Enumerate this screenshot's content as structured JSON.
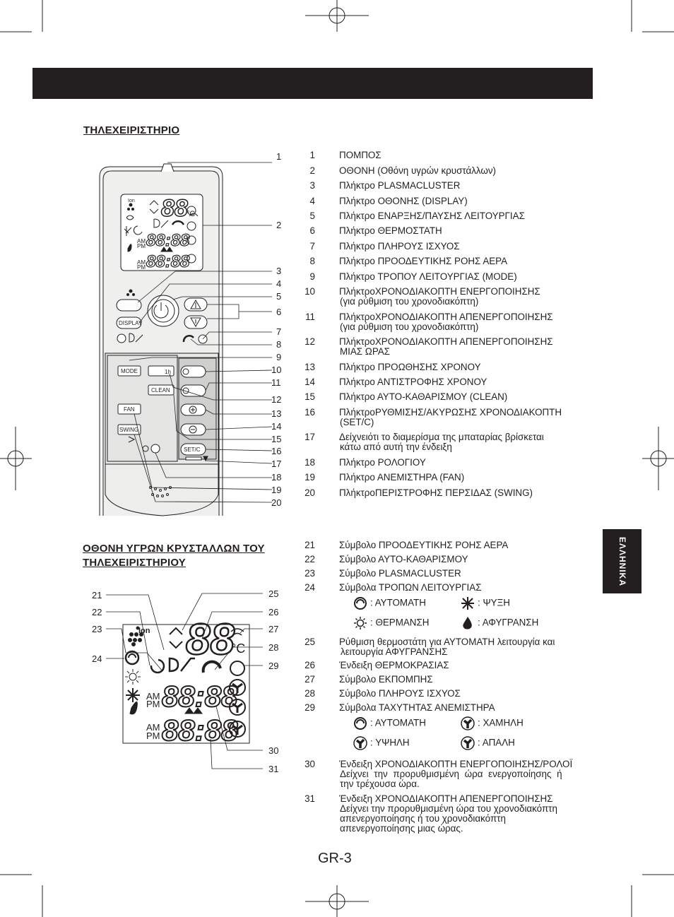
{
  "section1_title": "ΤΗΛΕΧΕΙΡΙΣΤΗΡΙΟ",
  "section2_title": "ΟΘΟΝΗ ΥΓΡΩΝ ΚΡΥΣΤΑΛΛΩΝ ΤΟΥ ΤΗΛΕΧΕΙΡΙΣΤΗΡΙΟΥ",
  "section2_title_lines": [
    "ΟΘΟΝΗ ΥΓΡΩΝ ΚΡΥΣΤΑΛΛΩΝ ΤΟΥ",
    "ΤΗΛΕΧΕΙΡΙΣΤΗΡΙΟΥ"
  ],
  "language_tab": "ΕΛΛΗΝΙΚΑ",
  "page_number": "GR-3",
  "remote_labels": {
    "ion": "Ion",
    "display": "DISPLAY",
    "mode": "MODE",
    "timer_1h": "1h",
    "clean": "CLEAN",
    "fan": "FAN",
    "swing": "SWING",
    "setc": "SET/C",
    "am": "AM",
    "pm": "PM",
    "digits_top": "88",
    "digits_clock": "88:88",
    "degc": "°C"
  },
  "remote_callouts": [
    "1",
    "2",
    "3",
    "4",
    "5",
    "6",
    "7",
    "8",
    "9",
    "10",
    "11",
    "12",
    "13",
    "14",
    "15",
    "16",
    "17",
    "18",
    "19",
    "20"
  ],
  "lcd_callouts_left": [
    "21",
    "22",
    "23",
    "24"
  ],
  "lcd_callouts_right": [
    "25",
    "26",
    "27",
    "28",
    "29",
    "30",
    "31"
  ],
  "remote_parts": [
    {
      "num": "1",
      "lines": [
        "ΠΟΜΠΟΣ"
      ]
    },
    {
      "num": "2",
      "lines": [
        "ΟΘΟΝΗ (Οθόνη υγρών κρυστάλλων)"
      ]
    },
    {
      "num": "3",
      "lines": [
        "Πλήκτρο PLASMACLUSTER"
      ]
    },
    {
      "num": "4",
      "lines": [
        "Πλήκτρο ΟΘΟΝΗΣ (DISPLAY)"
      ]
    },
    {
      "num": "5",
      "lines": [
        "Πλήκτρο ΕΝΑΡΞΗΣ/ΠΑΥΣΗΣ ΛΕΙΤΟΥΡΓΙΑΣ"
      ]
    },
    {
      "num": "6",
      "lines": [
        "Πλήκτρο ΘΕΡΜΟΣΤΑΤΗ"
      ]
    },
    {
      "num": "7",
      "lines": [
        "Πλήκτρο ΠΛΗΡΟΥΣ ΙΣΧΥΟΣ"
      ]
    },
    {
      "num": "8",
      "lines": [
        "Πλήκτρο ΠΡΟΟΔΕΥΤΙΚΗΣ ΡΟΗΣ ΑΕΡΑ"
      ]
    },
    {
      "num": "9",
      "lines": [
        "Πλήκτρο ΤΡΟΠΟΥ ΛΕΙΤΟΥΡΓΙΑΣ (MODE)"
      ]
    },
    {
      "num": "10",
      "lines": [
        " ΠλήκτροΧΡΟΝΟΔΙΑΚΟΠΤΗ ΕΝΕΡΓΟΠΟΙΗΣΗΣ",
        "(για ρύθμιση του χρονοδιακόπτη)"
      ]
    },
    {
      "num": "11",
      "lines": [
        " ΠλήκτροΧΡΟΝΟΔΙΑΚΟΠΤΗ ΑΠΕΝΕΡΓΟΠΟΙΗΣΗΣ",
        "(για ρύθμιση του χρονοδιακόπτη)"
      ]
    },
    {
      "num": "12",
      "lines": [
        " ΠλήκτροΧΡΟΝΟΔΙΑΚΟΠΤΗ ΑΠΕΝΕΡΓΟΠΟΙΗΣΗΣ",
        "ΜΙΑΣ ΩΡΑΣ"
      ]
    },
    {
      "num": "13",
      "lines": [
        "Πλήκτρο ΠΡΟΩΘΗΣΗΣ ΧΡΟΝΟΥ"
      ]
    },
    {
      "num": "14",
      "lines": [
        "Πλήκτρο ΑΝΤΙΣΤΡΟΦΗΣ ΧΡΟΝΟΥ"
      ]
    },
    {
      "num": "15",
      "lines": [
        "Πλήκτρο ΑΥΤΟ-ΚΑΘΑΡΙΣΜΟΥ (CLEAN)"
      ]
    },
    {
      "num": "16",
      "lines": [
        " ΠλήκτροΡΥΘΜΙΣΗΣ/ΑΚΥΡΩΣΗΣ ΧΡΟΝΟΔΙΑΚΟΠΤΗ",
        "(SET/C)"
      ]
    },
    {
      "num": "17",
      "lines": [
        " Δείχνειότι το διαμερίσμα της μπαταρίας βρίσκεται",
        "κάτω από αυτή την ένδειξη"
      ]
    },
    {
      "num": "18",
      "lines": [
        "Πλήκτρο ΡΟΛΟΓΙΟΥ"
      ]
    },
    {
      "num": "19",
      "lines": [
        "Πλήκτρο ΑΝΕΜΙΣΤΗΡΑ (FAN)"
      ]
    },
    {
      "num": "20",
      "lines": [
        " ΠλήκτροΠΕΡΙΣΤΡΟΦΗΣ ΠΕΡΣΙΔΑΣ (SWING)"
      ]
    }
  ],
  "lcd_parts_a": [
    {
      "num": "21",
      "lines": [
        "Σύμβολο ΠΡΟΟΔΕΥΤΙΚΗΣ ΡΟΗΣ ΑΕΡΑ"
      ]
    },
    {
      "num": "22",
      "lines": [
        "Σύμβολο ΑΥΤΟ-ΚΑΘΑΡΙΣΜΟΥ"
      ]
    },
    {
      "num": "23",
      "lines": [
        "Σύμβολο PLASMACLUSTER"
      ]
    },
    {
      "num": "24",
      "lines": [
        "Σύμβολα ΤΡΟΠΩΝ ΛΕΙΤΟΥΡΓΙΑΣ"
      ]
    }
  ],
  "mode_symbols": [
    {
      "icon": "auto-mode-icon",
      "label": ": ΑΥΤΟΜΑΤΗ"
    },
    {
      "icon": "cool-mode-icon",
      "label": ": ΨΥΞΗ"
    },
    {
      "icon": "heat-mode-icon",
      "label": ": ΘΕΡΜΑΝΣΗ"
    },
    {
      "icon": "dry-mode-icon",
      "label": ": ΑΦΥΓΡΑΝΣΗ"
    }
  ],
  "lcd_parts_b": [
    {
      "num": "25",
      "lines": [
        "Ρύθμιση θερμοστάτη για ΑΥΤΟΜΑΤΗ λειτουργία και",
        "λειτουργία ΑΦΥΓΡΑΝΣΗΣ"
      ]
    },
    {
      "num": "26",
      "lines": [
        "Ένδειξη ΘΕΡΜΟΚΡΑΣΙΑΣ"
      ]
    },
    {
      "num": "27",
      "lines": [
        "Σύμβολο ΕΚΠΟΜΠΗΣ"
      ]
    },
    {
      "num": "28",
      "lines": [
        "Σύμβολο ΠΛΗΡΟΥΣ ΙΣΧΥΟΣ"
      ]
    },
    {
      "num": "29",
      "lines": [
        "Σύμβολα ΤΑΧΥΤΗΤΑΣ ΑΝΕΜΙΣΤΗΡΑ"
      ]
    }
  ],
  "fan_symbols": [
    {
      "icon": "fan-auto-icon",
      "label": ": ΑΥΤΟΜΑΤΗ"
    },
    {
      "icon": "fan-low-icon",
      "label": ": ΧΑΜΗΛΗ"
    },
    {
      "icon": "fan-high-icon",
      "label": ": ΥΨΗΛΗ"
    },
    {
      "icon": "fan-soft-icon",
      "label": ": ΑΠΑΛΗ"
    }
  ],
  "lcd_parts_c": [
    {
      "num": "30",
      "lines": [
        "Ένδειξη ΧΡΟΝΟΔΙΑΚΟΠΤΗ ΕΝΕΡΓΟΠΟΙΗΣΗΣ/ΡΟΛΟΪ",
        "Δείχνει την προρυθμισμένη ώρα ενεργοποίησης ή",
        "την τρέχουσα ώρα."
      ]
    },
    {
      "num": "31",
      "lines": [
        "Ένδειξη ΧΡΟΝΟΔΙΑΚΟΠΤΗ ΑΠΕΝΕΡΓΟΠΟΙΗΣΗΣ",
        "Δείχνει την προρυθμισμένη ώρα του χρονοδιακόπτη",
        "απενεργοποίησης ή του χρονοδιακόπτη",
        "απενεργοποίησης μιας ώρας."
      ]
    }
  ]
}
